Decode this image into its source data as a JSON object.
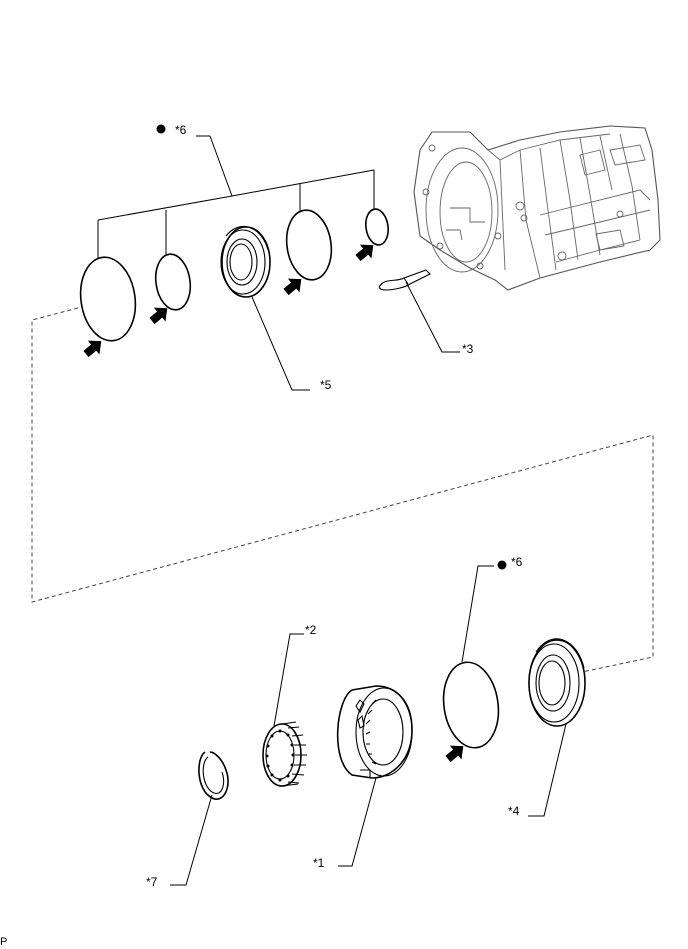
{
  "callouts": {
    "c1": "*1",
    "c2": "*2",
    "c3": "*3",
    "c4": "*4",
    "c5": "*5",
    "c6_top": "*6",
    "c6_bottom": "*6",
    "c7": "*7"
  },
  "corner_code": "P",
  "icons": {
    "dot_marker": "filled-circle",
    "arrow_marker": "apply-arrow"
  },
  "colors": {
    "ink": "#000000",
    "background": "#ffffff"
  }
}
